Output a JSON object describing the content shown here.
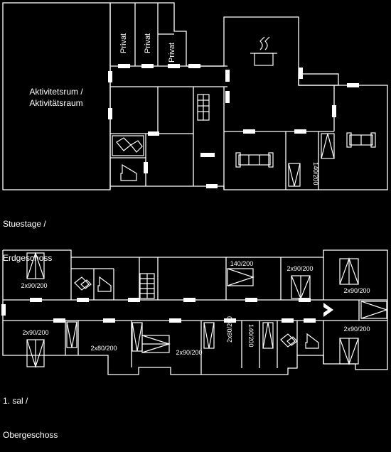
{
  "ground_floor": {
    "caption_line1": "Stuestage /",
    "caption_line2": "Erdgeschoss",
    "activity_room_line1": "Aktivitetsrum /",
    "activity_room_line2": "Aktivitätsraum",
    "private_label": "Privat",
    "bed_label": "140/200"
  },
  "upper_floor": {
    "caption_line1": "1. sal /",
    "caption_line2": "Obergeschoss",
    "bed_2x90": "2x90/200",
    "bed_140": "140/200",
    "bed_2x80": "2x80/200"
  }
}
